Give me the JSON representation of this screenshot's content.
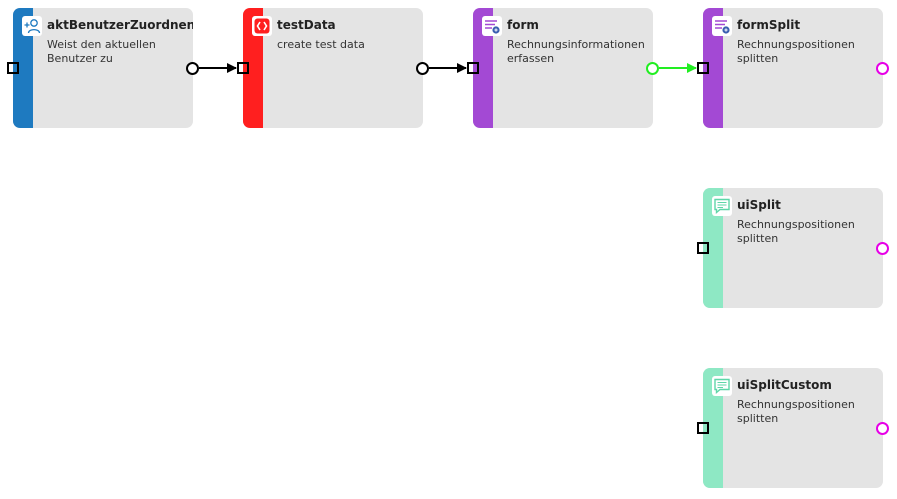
{
  "nodes": [
    {
      "id": "aktBenutzerZuordnen",
      "title": "aktBenutzerZuordnen",
      "description": "Weist den aktuellen Benutzer zu",
      "color": "#1e7ac0",
      "icon": "user-add-icon"
    },
    {
      "id": "testData",
      "title": "testData",
      "description": "create test data",
      "color": "#ff1f1f",
      "icon": "script-icon"
    },
    {
      "id": "form",
      "title": "form",
      "description": "Rechnungsinformationen erfassen",
      "color": "#a349d4",
      "icon": "form-icon"
    },
    {
      "id": "formSplit",
      "title": "formSplit",
      "description": "Rechnungspositionen splitten",
      "color": "#a349d4",
      "icon": "form-icon"
    },
    {
      "id": "uiSplit",
      "title": "uiSplit",
      "description": "Rechnungspositionen splitten",
      "color": "#8ee8c4",
      "icon": "message-icon"
    },
    {
      "id": "uiSplitCustom",
      "title": "uiSplitCustom",
      "description": "Rechnungspositionen splitten",
      "color": "#8ee8c4",
      "icon": "message-icon"
    }
  ],
  "edges": [
    {
      "from": "aktBenutzerZuordnen",
      "to": "testData",
      "color": "#000000"
    },
    {
      "from": "testData",
      "to": "form",
      "color": "#000000"
    },
    {
      "from": "form",
      "to": "formSplit",
      "color": "#22ee22"
    }
  ]
}
